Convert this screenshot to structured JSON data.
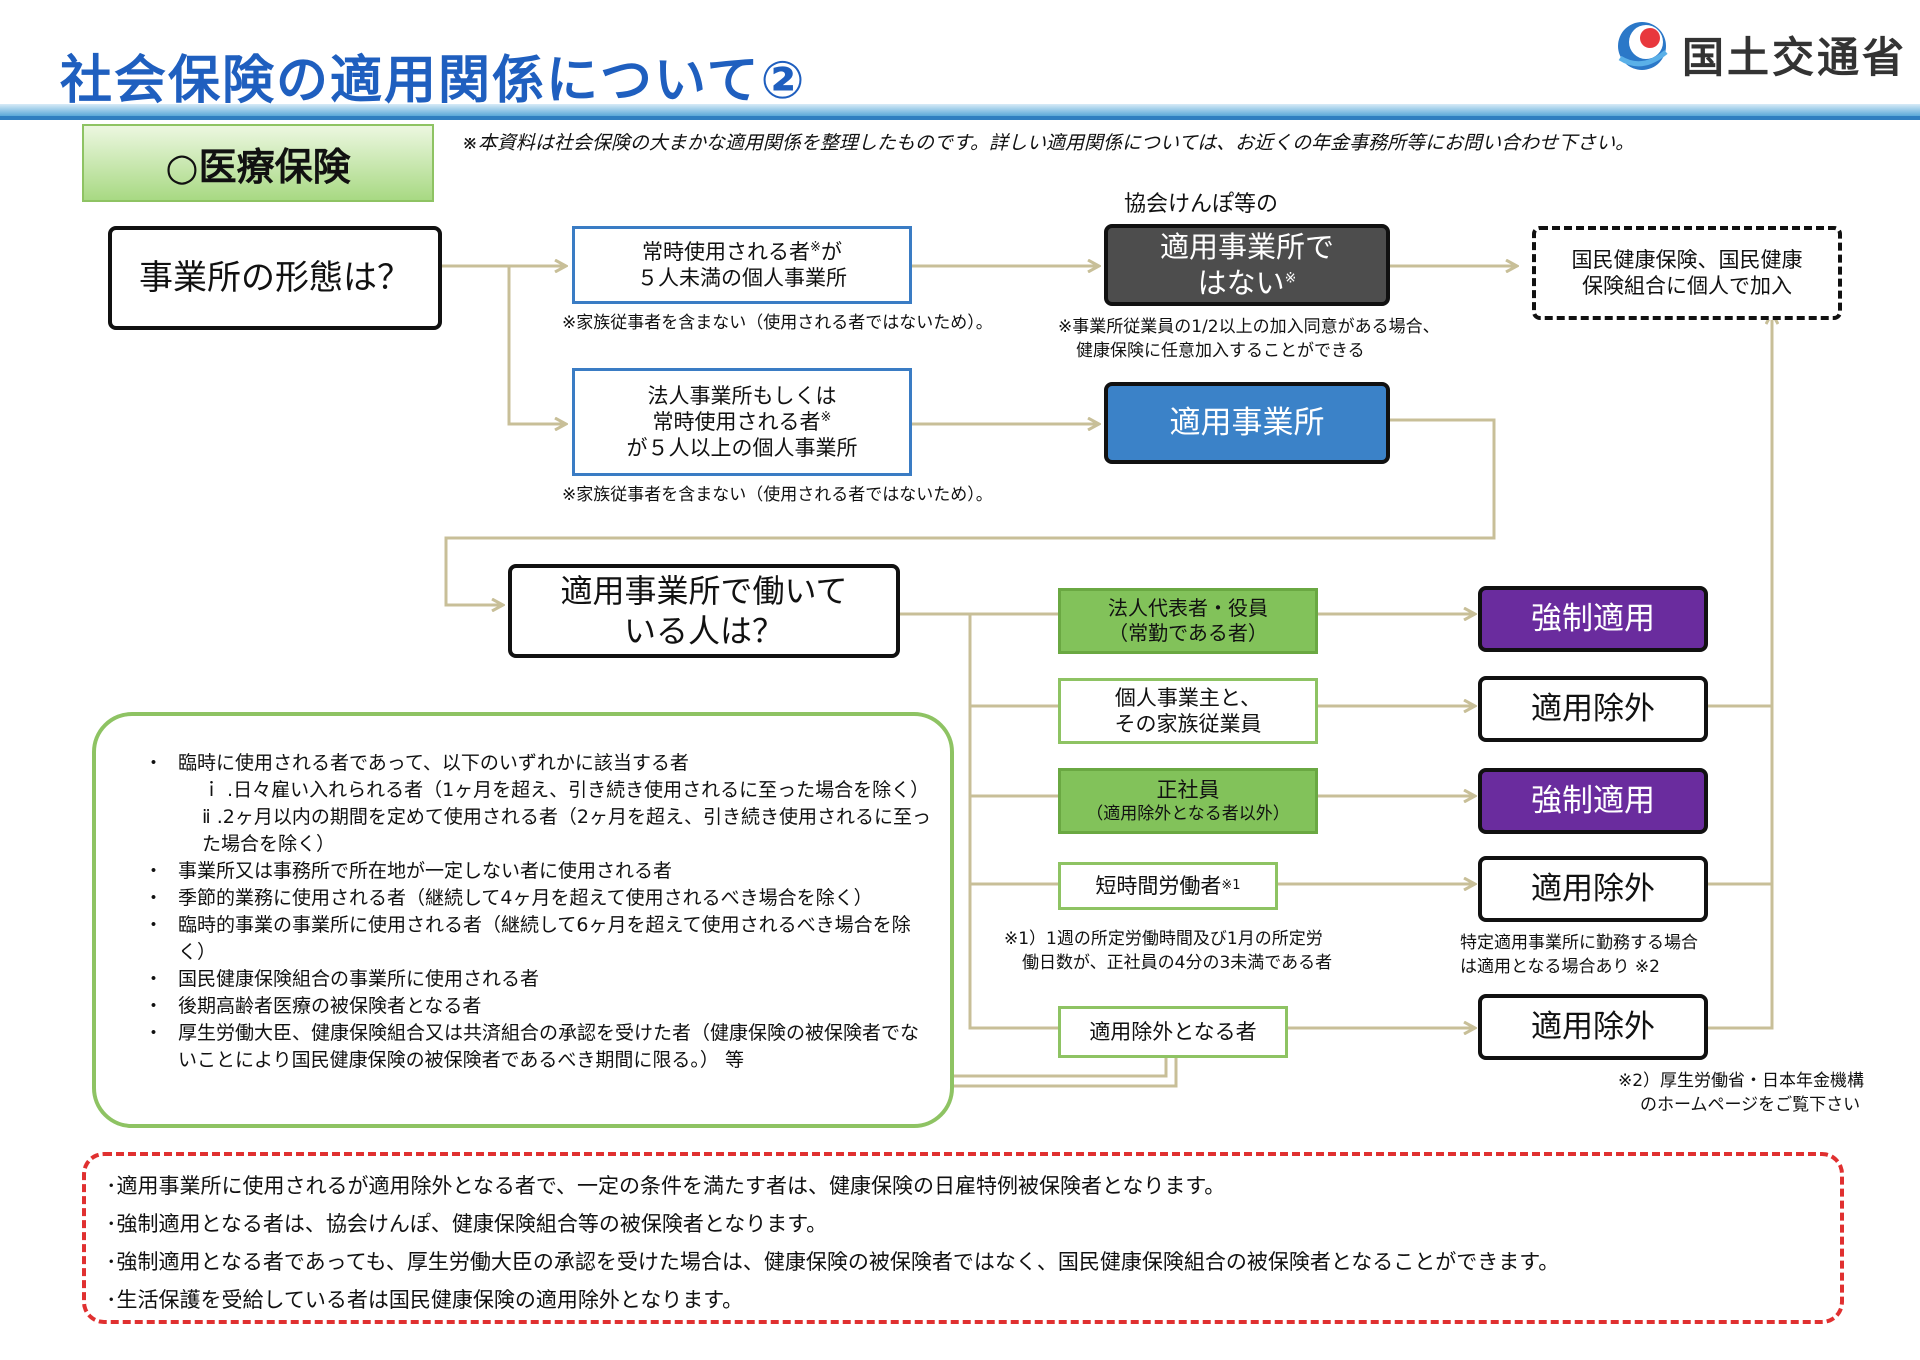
{
  "header": {
    "title": "社会保険の適用関係について②",
    "logo_text": "国土交通省"
  },
  "section": {
    "label": "○医療保険",
    "note": "※本資料は社会保険の大まかな適用関係を整理したものです。詳しい適用関係については、お近くの年金事務所等にお問い合わせ下さい。"
  },
  "flow": {
    "q1": "事業所の形態は？",
    "small_business": [
      "常時使用される者",
      "※",
      "が",
      "５人未満の個人事業所"
    ],
    "family_note": "※家族従事者を含まない（使用される者ではないため）。",
    "corporate": [
      "法人事業所もしくは",
      "常時使用される者",
      "※",
      "が５人以上の個人事業所"
    ],
    "family_note2": "※家族従事者を含まない（使用される者ではないため）。",
    "kyokai_label": "協会けんぽ等の",
    "not_applicable": [
      "適用事業所で",
      "はない",
      "※"
    ],
    "voluntary_note": [
      "※事業所従業員の1/2以上の加入同意がある場合、",
      "健康保険に任意加入することができる"
    ],
    "applicable": "適用事業所",
    "national": [
      "国民健康保険、国民健康",
      "保険組合に個人で加入"
    ],
    "q2": [
      "適用事業所で働いて",
      "いる人は？"
    ],
    "cat1": [
      "法人代表者・役員",
      "（常勤である者）"
    ],
    "cat2": [
      "個人事業主と、",
      "その家族従業員"
    ],
    "cat3": [
      "正社員",
      "（適用除外となる者以外）"
    ],
    "cat4": [
      "短時間労働者",
      "※1"
    ],
    "cat5": "適用除外となる者",
    "res1": "強制適用",
    "res2": "適用除外",
    "res3": "強制適用",
    "res4": "適用除外",
    "res5": "適用除外",
    "short_note": [
      "※1）1週の所定労働時間及び1月の所定労",
      "働日数が、正社員の4分の3未満である者"
    ],
    "special_note": [
      "特定適用事業所に勤務する場合",
      "は適用となる場合あり ※2"
    ],
    "mhlw_note": [
      "※2）厚生労働省・日本年金機構",
      "のホームページをご覧下さい"
    ]
  },
  "exclusions": [
    {
      "style": "bullet",
      "text": "臨時に使用される者であって、以下のいずれかに該当する者"
    },
    {
      "style": "sub",
      "text": "ｉ .日々雇い入れられる者（1ヶ月を超え、引き続き使用されるに至った場合を除く）"
    },
    {
      "style": "sub",
      "text": "ⅱ .2ヶ月以内の期間を定めて使用される者（2ヶ月を超え、引き続き使用されるに至った場合を除く）"
    },
    {
      "style": "bullet",
      "text": "事業所又は事務所で所在地が一定しない者に使用される者"
    },
    {
      "style": "bullet",
      "text": "季節的業務に使用される者（継続して4ヶ月を超えて使用されるべき場合を除く）"
    },
    {
      "style": "bullet",
      "text": "臨時的事業の事業所に使用される者（継続して6ヶ月を超えて使用されるべき場合を除く）"
    },
    {
      "style": "bullet",
      "text": "国民健康保険組合の事業所に使用される者"
    },
    {
      "style": "bullet",
      "text": "後期高齢者医療の被保険者となる者"
    },
    {
      "style": "bullet",
      "text": "厚生労働大臣、健康保険組合又は共済組合の承認を受けた者（健康保険の被保険者でないことにより国民健康保険の被保険者であるべき期間に限る。） 等"
    }
  ],
  "bottom_notes": [
    "･適用事業所に使用されるが適用除外となる者で、一定の条件を満たす者は、健康保険の日雇特例被保険者となります。",
    "･強制適用となる者は、協会けんぽ、健康保険組合等の被保険者となります。",
    "･強制適用となる者であっても、厚生労働大臣の承認を受けた場合は、健康保険の被保険者ではなく、国民健康保険組合の被保険者となることができます。",
    "･生活保護を受給している者は国民健康保険の適用除外となります。"
  ],
  "colors": {
    "title": "#1f5fbf",
    "connector": "#c8bf98",
    "green": "#8ec363",
    "purple": "#6a2c9e",
    "blue": "#3b82c8",
    "dashed_red": "#e03030"
  }
}
